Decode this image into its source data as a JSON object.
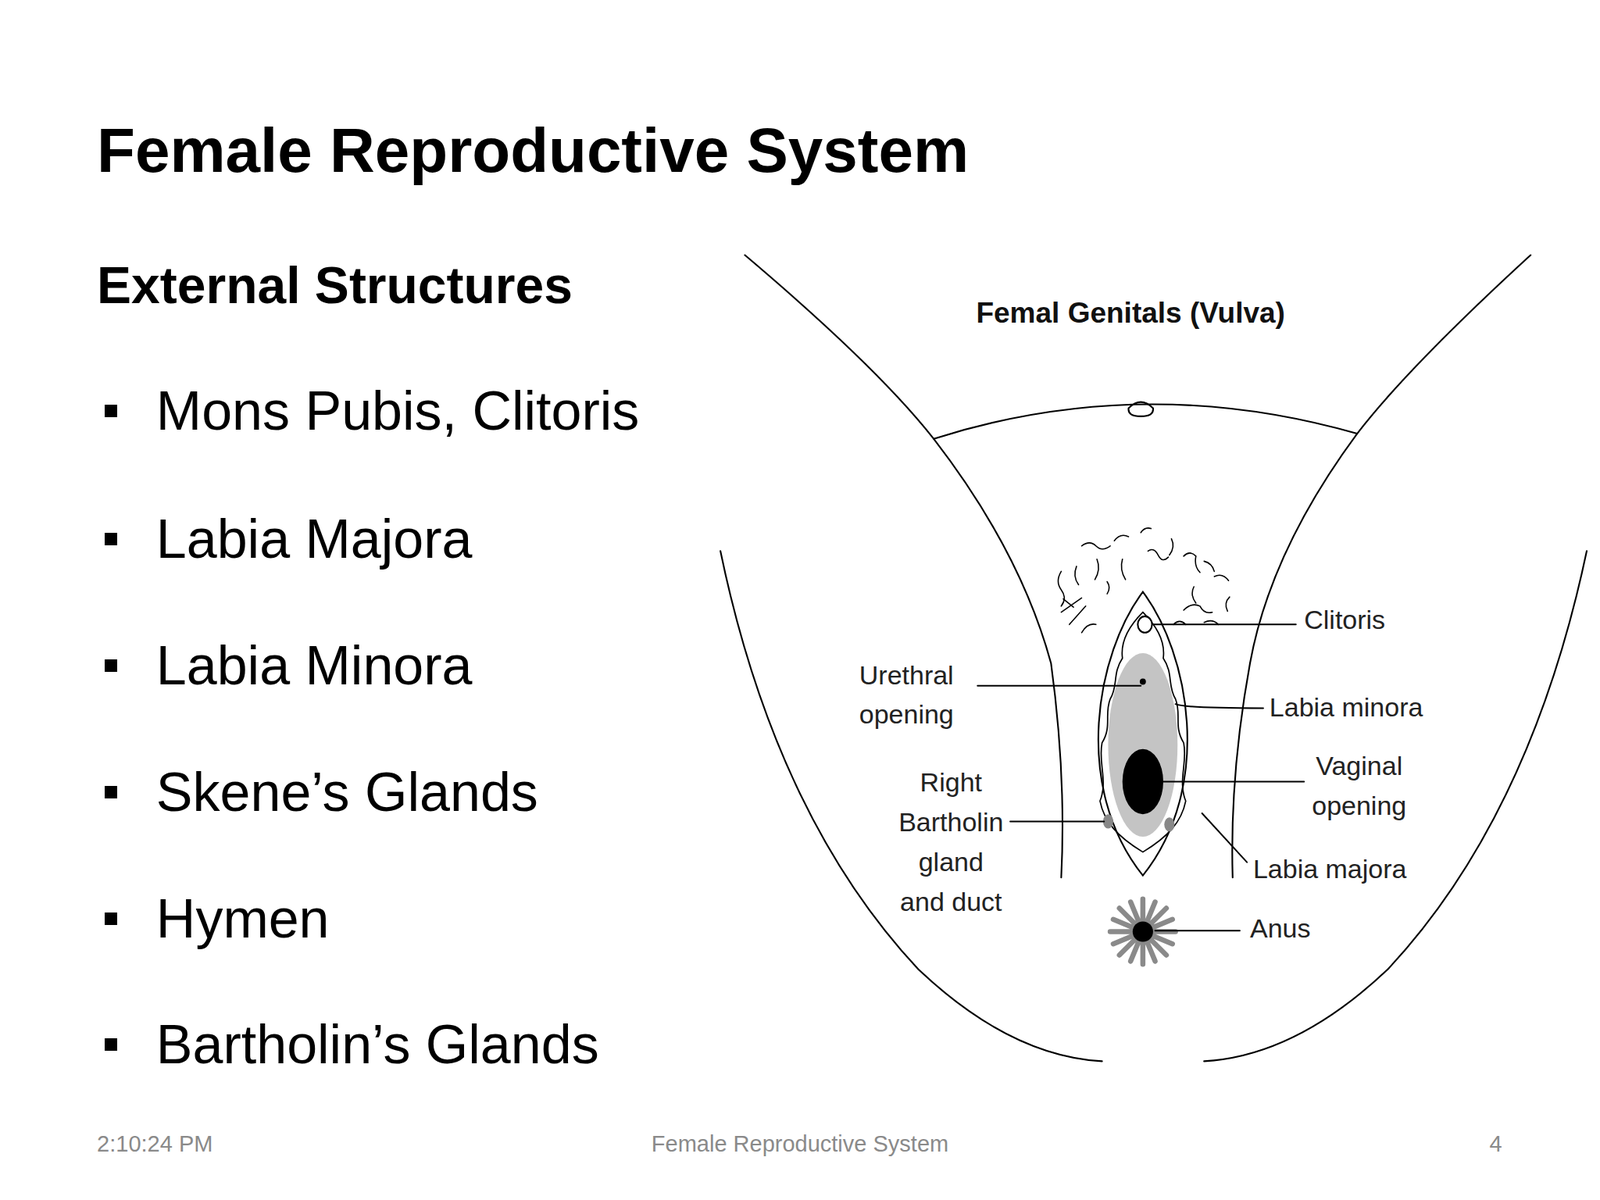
{
  "diagram": {
    "title": "Female Reproductive System",
    "labels": [
      "External Structures",
      "Mons Pubis, Clitoris",
      "Labia Majora",
      "Labia Minora",
      "Skene’s Glands",
      "Hymen",
      "Bartholin’s Glands",
      "Femal Genitals (Vulva)",
      "Clitoris",
      "Urethral opening",
      "Labia minora",
      "Right Bartholin gland and duct",
      "Vaginal opening",
      "Labia majora",
      "Anus",
      "2:10:24 PM",
      "Female Reproductive System",
      "4"
    ]
  }
}
